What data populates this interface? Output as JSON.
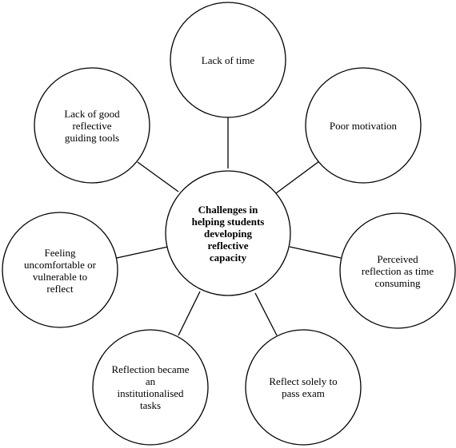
{
  "center": {
    "label": "Challenges in\nhelping students\ndeveloping\nreflective\ncapacity"
  },
  "nodes": [
    {
      "id": "lack-of-time",
      "label": "Lack of time"
    },
    {
      "id": "poor-motivation",
      "label": "Poor motivation"
    },
    {
      "id": "perceived-reflection",
      "label": "Perceived\nreflection as time\nconsuming"
    },
    {
      "id": "reflect-solely",
      "label": "Reflect solely to\npass exam"
    },
    {
      "id": "reflection-institutionalised",
      "label": "Reflection became\nan\ninstitutionalised\ntasks"
    },
    {
      "id": "feeling-uncomfortable",
      "label": "Feeling\nuncomfortable or\nvulnerable to\nreflect"
    },
    {
      "id": "lack-of-tools",
      "label": "Lack of good\nreflective\nguiding tools"
    }
  ],
  "colors": {
    "stroke": "#000000",
    "fill": "#ffffff",
    "text": "#000000"
  }
}
